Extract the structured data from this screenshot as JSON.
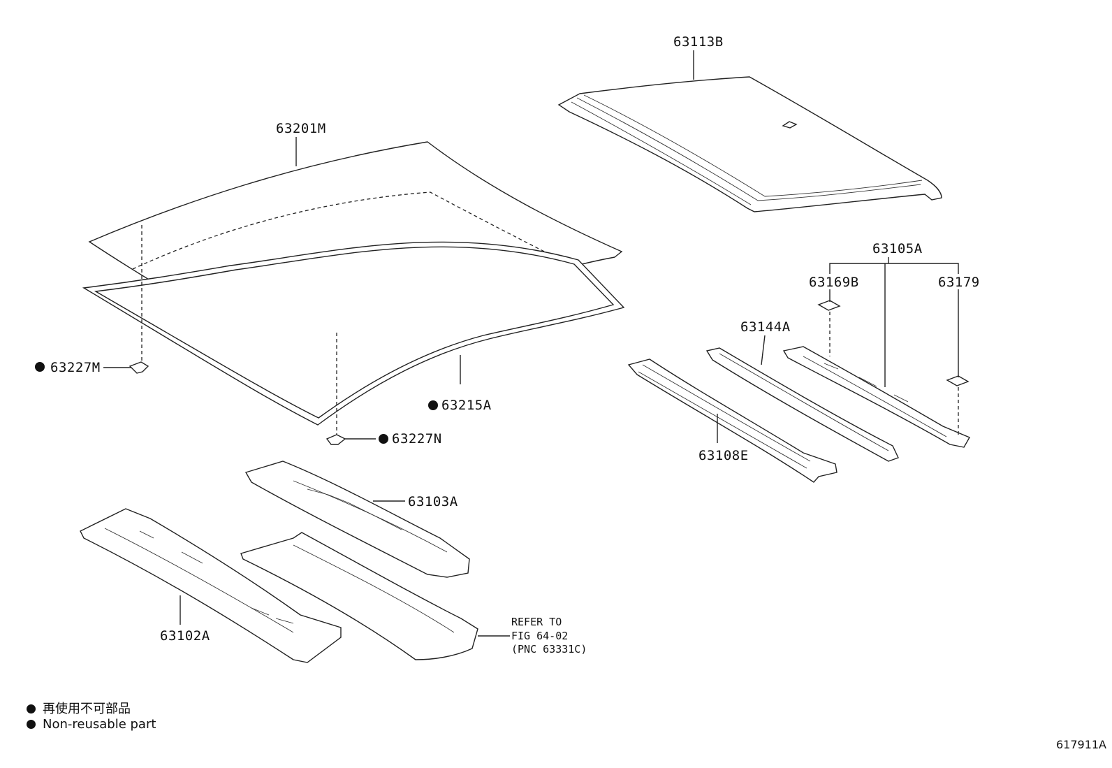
{
  "parts": {
    "p63113B": "63113B",
    "p63201M": "63201M",
    "p63105A": "63105A",
    "p63169B": "63169B",
    "p63179": "63179",
    "p63144A": "63144A",
    "p63227M": "63227M",
    "p63215A": "63215A",
    "p63227N": "63227N",
    "p63108E": "63108E",
    "p63103A": "63103A",
    "p63102A": "63102A"
  },
  "reference": {
    "line1": "REFER TO",
    "line2": "FIG 64-02",
    "line3": "(PNC 63331C)"
  },
  "legend": {
    "jp": "再使用不可部品",
    "en": "Non-reusable part"
  },
  "figure_id": "617911A"
}
